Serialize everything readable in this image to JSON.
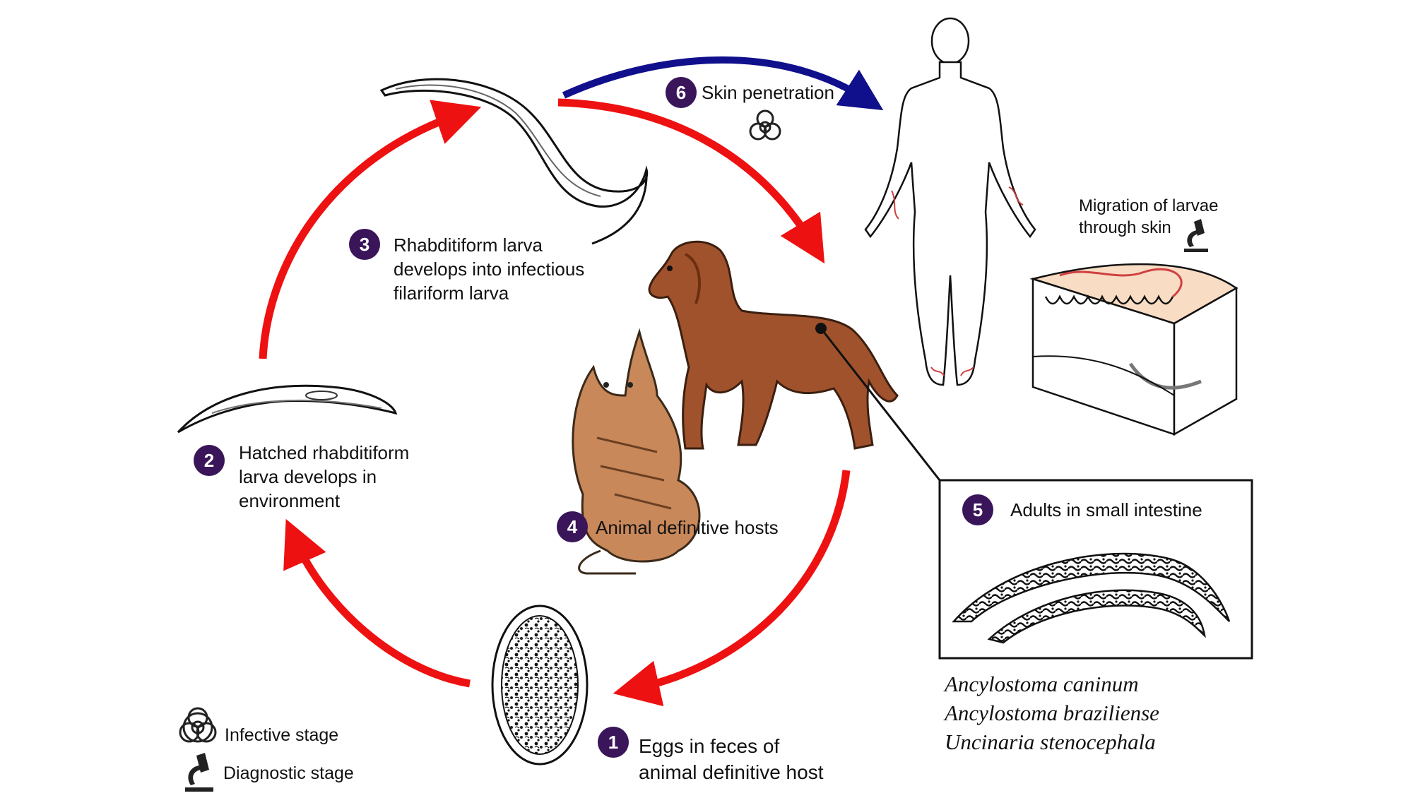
{
  "steps": [
    {
      "num": "1",
      "lines": [
        "Eggs in feces of",
        "animal definitive host"
      ]
    },
    {
      "num": "2",
      "lines": [
        "Hatched rhabditiform",
        "larva develops in",
        "environment"
      ]
    },
    {
      "num": "3",
      "lines": [
        "Rhabditiform larva",
        "develops into infectious",
        "filariform larva"
      ]
    },
    {
      "num": "4",
      "lines": [
        "Animal definitive hosts"
      ]
    },
    {
      "num": "5",
      "lines": [
        "Adults in small intestine"
      ]
    },
    {
      "num": "6",
      "lines": [
        "Skin penetration"
      ]
    }
  ],
  "migration_label": [
    "Migration of larvae",
    "through skin"
  ],
  "species": [
    "Ancylostoma caninum",
    "Ancylostoma braziliense",
    "Uncinaria stenocephala"
  ],
  "legend": {
    "infective": "Infective stage",
    "diagnostic": "Diagnostic stage"
  },
  "colors": {
    "cycle_arrow": "#ee1111",
    "skin_arrow": "#10108c",
    "badge": "#3a1559",
    "dog": "#a0522d",
    "cat": "#c8885a",
    "skin_surface": "#f8dcc4",
    "larva_trail": "#d04040"
  }
}
